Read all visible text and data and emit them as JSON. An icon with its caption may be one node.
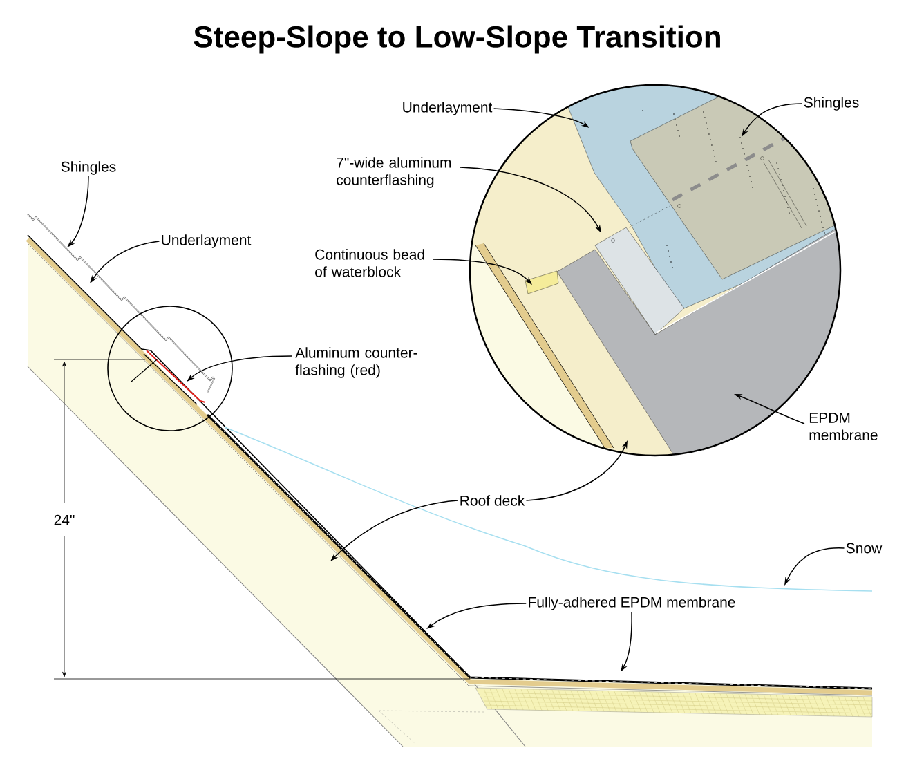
{
  "diagram": {
    "title": "Steep-Slope to Low-Slope Transition",
    "nodes": [
      {
        "text": [
          "Shingles"
        ]
      },
      {
        "text": [
          "Underlayment"
        ]
      },
      {
        "text": [
          "Aluminum counter- flashing (red)"
        ]
      },
      {
        "text": [
          "Roof deck"
        ]
      },
      {
        "text": [
          "Snow"
        ]
      },
      {
        "text": [
          "Fully-adhered EPDM membrane"
        ]
      },
      {
        "text": [
          "Underlayment"
        ]
      },
      {
        "text": [
          "Shingles"
        ]
      },
      {
        "text": [
          "7\"-wide aluminum counterflashing"
        ]
      },
      {
        "text": [
          "Continuous bead of waterblock"
        ]
      },
      {
        "text": [
          "EPDM membrane"
        ]
      }
    ],
    "edges": [
      {
        "from": 0,
        "to": null,
        "arrow": "to"
      },
      {
        "from": 1,
        "to": null,
        "arrow": "to"
      },
      {
        "from": 2,
        "to": null,
        "arrow": "to"
      },
      {
        "from": 3,
        "to": null,
        "arrow": "to"
      },
      {
        "from": 3,
        "to": null,
        "arrow": "to"
      },
      {
        "from": 4,
        "to": null,
        "arrow": "to"
      },
      {
        "from": 5,
        "to": null,
        "arrow": "to"
      },
      {
        "from": 5,
        "to": null,
        "arrow": "to"
      },
      {
        "from": 6,
        "to": null,
        "arrow": "to"
      },
      {
        "from": 7,
        "to": null,
        "arrow": "to"
      },
      {
        "from": 8,
        "to": null,
        "arrow": "to"
      },
      {
        "from": 9,
        "to": null,
        "arrow": "to"
      },
      {
        "from": 10,
        "to": null,
        "arrow": "to"
      }
    ],
    "labels": [
      "24\""
    ]
  }
}
